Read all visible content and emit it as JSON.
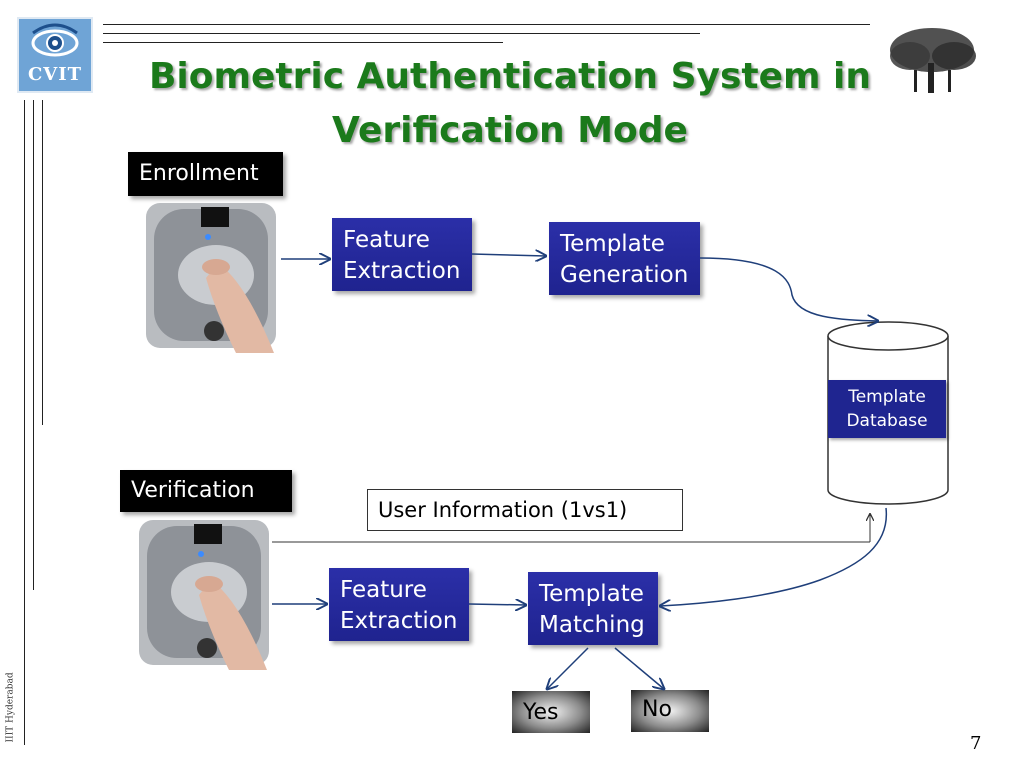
{
  "logo": {
    "text": "CVIT"
  },
  "title": {
    "line1": "Biometric Authentication System in",
    "line2": "Verification Mode"
  },
  "enrollment": {
    "label": "Enrollment",
    "feature_extraction": {
      "line1": "Feature",
      "line2": "Extraction"
    },
    "template_generation": {
      "line1": "Template",
      "line2": "Generation"
    }
  },
  "database": {
    "line1": "Template",
    "line2": "Database"
  },
  "verification": {
    "label": "Verification",
    "user_information": "User Information (1vs1)",
    "feature_extraction": {
      "line1": "Feature",
      "line2": "Extraction"
    },
    "template_matching": {
      "line1": "Template",
      "line2": "Matching"
    },
    "yes": "Yes",
    "no": "No"
  },
  "footer": {
    "side_text": "IIIT Hyderabad",
    "page_number": "7"
  },
  "colors": {
    "title_green": "#1b7a1b",
    "box_blue": "#1f238f",
    "arrow_blue": "#1f3f7a"
  },
  "icons": [
    "eye-logo-icon",
    "tree-icon",
    "fingerprint-scanner-icon"
  ]
}
